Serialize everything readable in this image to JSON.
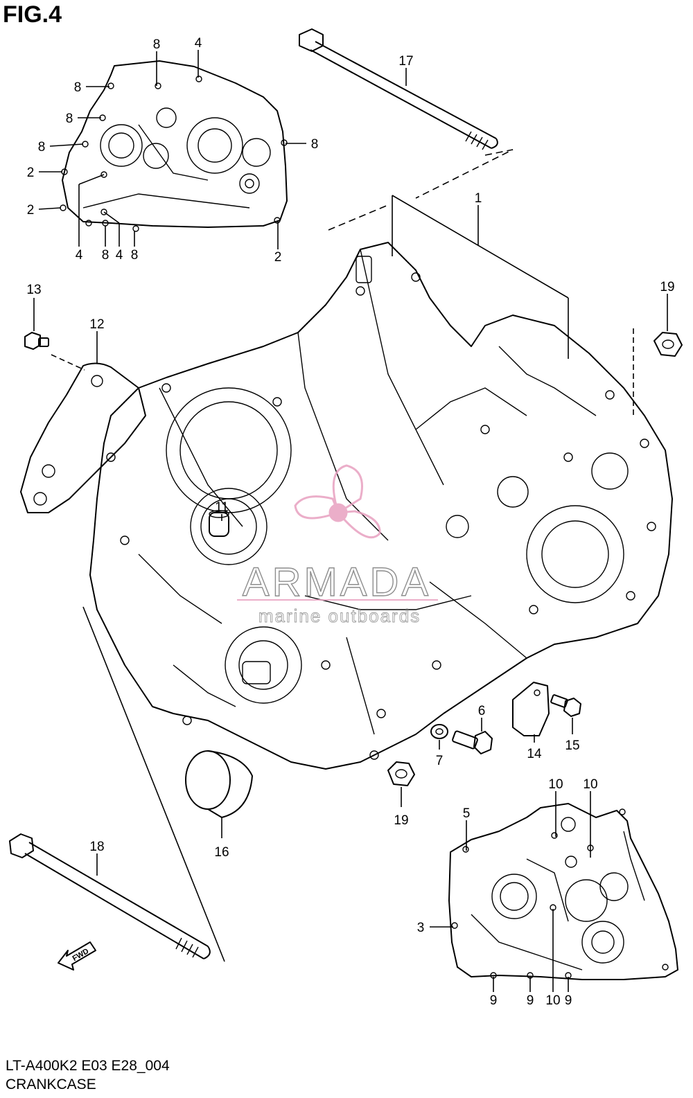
{
  "figure": {
    "title": "FIG.4",
    "code": "LT-A400K2 E03 E28_004",
    "caption": "CRANKCASE"
  },
  "watermark": {
    "brand": "ARMADA",
    "tagline": "marine outboards",
    "color": "#e8a0c0"
  },
  "direction_marker": "FWD",
  "callouts": {
    "c1": "1",
    "c2a": "2",
    "c2b": "2",
    "c2c": "2",
    "c3": "3",
    "c4a": "4",
    "c4b": "4",
    "c4c": "4",
    "c5": "5",
    "c6": "6",
    "c7": "7",
    "c8a": "8",
    "c8b": "8",
    "c8c": "8",
    "c8d": "8",
    "c8e": "8",
    "c8f": "8",
    "c8g": "8",
    "c9a": "9",
    "c9b": "9",
    "c9c": "9",
    "c10a": "10",
    "c10b": "10",
    "c10c": "10",
    "c11": "11",
    "c12": "12",
    "c13": "13",
    "c14": "14",
    "c15": "15",
    "c16": "16",
    "c17": "17",
    "c18": "18",
    "c19a": "19",
    "c19b": "19"
  }
}
